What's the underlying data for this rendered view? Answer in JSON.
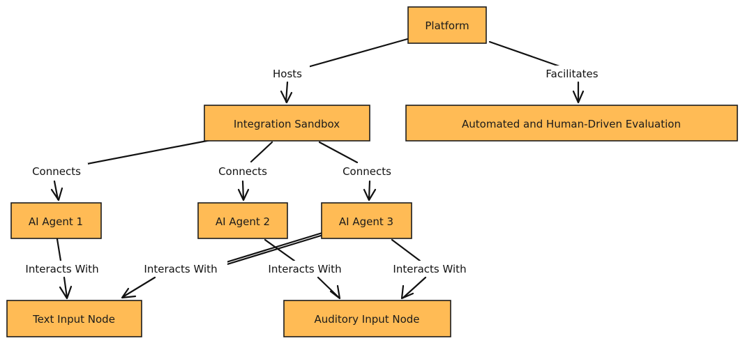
{
  "nodes": {
    "platform": "Platform",
    "sandbox": "Integration Sandbox",
    "evaluation": "Automated and Human-Driven Evaluation",
    "agent1": "AI Agent 1",
    "agent2": "AI Agent 2",
    "agent3": "AI Agent 3",
    "text_node": "Text Input Node",
    "auditory_node": "Auditory Input Node"
  },
  "edges": {
    "hosts": "Hosts",
    "facilitates": "Facilitates",
    "connects_1": "Connects",
    "connects_2": "Connects",
    "connects_3": "Connects",
    "interacts_1": "Interacts With",
    "interacts_2": "Interacts With",
    "interacts_3": "Interacts With",
    "interacts_4": "Interacts With"
  },
  "colors": {
    "node_fill": "#ffbb55",
    "node_stroke": "#1a1a1a",
    "edge": "#111111"
  }
}
